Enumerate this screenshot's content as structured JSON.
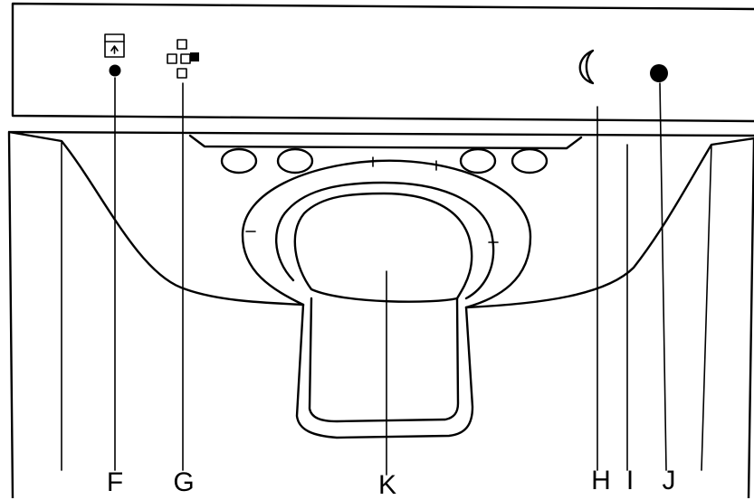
{
  "labels": {
    "f": "F",
    "g": "G",
    "k": "K",
    "h": "H",
    "i": "I",
    "j": "J"
  },
  "icons": {
    "f": "door-lock-icon",
    "g": "network-icon",
    "h": "crescent-moon-icon",
    "j": "power-dot-icon"
  },
  "colors": {
    "line": "#000000",
    "background": "#ffffff"
  }
}
